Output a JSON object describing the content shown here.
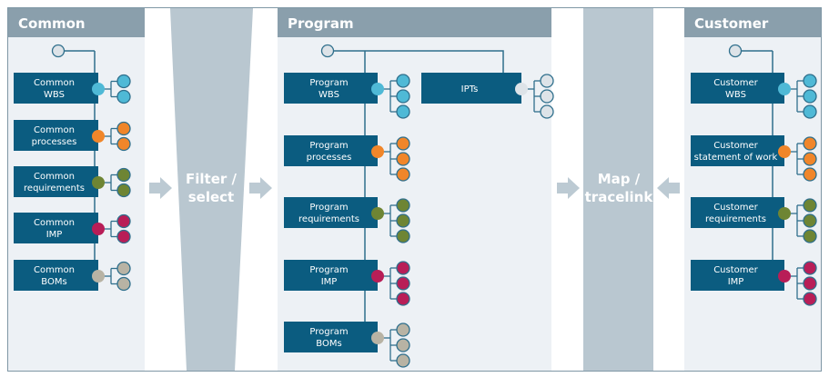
{
  "colors": {
    "panel_bg": "#edf1f5",
    "panel_header": "#8a9fac",
    "box_fill": "#0b5c80",
    "line": "#2f6f8c",
    "stage_fill": "#b9c7d0",
    "arrow": "#bccad3",
    "root_node": "#dde3e8",
    "wbs": "#4fb9d6",
    "processes": "#f0862a",
    "requirements": "#6e8534",
    "imp": "#b81e57",
    "boms": "#b8b3a4",
    "ipts": "#dde3e8"
  },
  "panels": [
    {
      "id": "common",
      "title": "Common",
      "items": [
        {
          "lines": [
            "Common",
            "WBS"
          ],
          "color_key": "wbs",
          "children": 2
        },
        {
          "lines": [
            "Common",
            "processes"
          ],
          "color_key": "processes",
          "children": 2
        },
        {
          "lines": [
            "Common",
            "requirements"
          ],
          "color_key": "requirements",
          "children": 2
        },
        {
          "lines": [
            "Common",
            "IMP"
          ],
          "color_key": "imp",
          "children": 2
        },
        {
          "lines": [
            "Common",
            "BOMs"
          ],
          "color_key": "boms",
          "children": 2
        }
      ]
    },
    {
      "id": "program",
      "title": "Program",
      "items": [
        {
          "lines": [
            "Program",
            "WBS"
          ],
          "color_key": "wbs",
          "children": 3
        },
        {
          "lines": [
            "Program",
            "processes"
          ],
          "color_key": "processes",
          "children": 3
        },
        {
          "lines": [
            "Program",
            "requirements"
          ],
          "color_key": "requirements",
          "children": 3
        },
        {
          "lines": [
            "Program",
            "IMP"
          ],
          "color_key": "imp",
          "children": 3
        },
        {
          "lines": [
            "Program",
            "BOMs"
          ],
          "color_key": "boms",
          "children": 3
        }
      ],
      "side_item": {
        "lines": [
          "IPTs"
        ],
        "color_key": "ipts",
        "children": 3
      }
    },
    {
      "id": "customer",
      "title": "Customer",
      "items": [
        {
          "lines": [
            "Customer",
            "WBS"
          ],
          "color_key": "wbs",
          "children": 3
        },
        {
          "lines": [
            "Customer",
            "statement of work"
          ],
          "color_key": "processes",
          "children": 3
        },
        {
          "lines": [
            "Customer",
            "requirements"
          ],
          "color_key": "requirements",
          "children": 3
        },
        {
          "lines": [
            "Customer",
            "IMP"
          ],
          "color_key": "imp",
          "children": 3
        }
      ]
    }
  ],
  "stages": [
    {
      "id": "filter",
      "lines": [
        "Filter /",
        "select"
      ],
      "arrows": [
        "right",
        "right"
      ]
    },
    {
      "id": "map",
      "lines": [
        "Map /",
        "tracelink"
      ],
      "arrows": [
        "right",
        "left"
      ]
    }
  ]
}
